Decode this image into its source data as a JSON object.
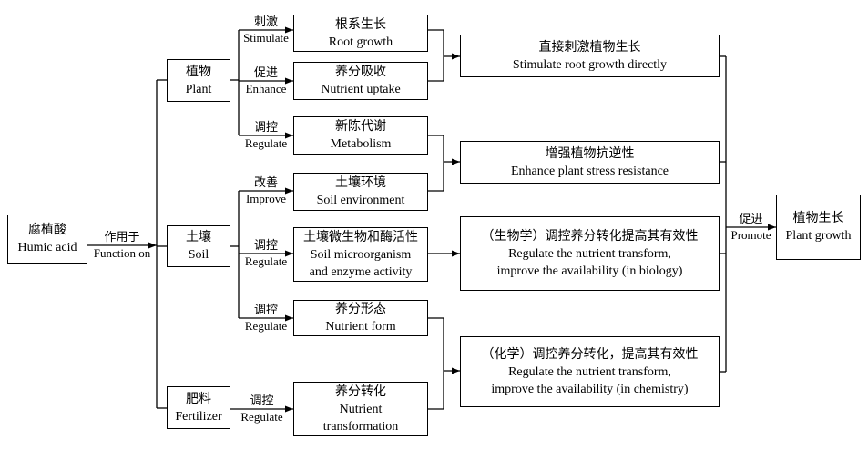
{
  "source": {
    "zh": "腐植酸",
    "en": "Humic acid"
  },
  "action": {
    "zh": "作用于",
    "en": "Function on"
  },
  "targets": {
    "plant": {
      "zh": "植物",
      "en": "Plant"
    },
    "soil": {
      "zh": "土壤",
      "en": "Soil"
    },
    "fertilizer": {
      "zh": "肥料",
      "en": "Fertilizer"
    }
  },
  "effects": {
    "root_growth": {
      "verb_zh": "刺激",
      "verb_en": "Stimulate",
      "zh": "根系生长",
      "en": [
        "Root growth"
      ]
    },
    "nutrient_uptake": {
      "verb_zh": "促进",
      "verb_en": "Enhance",
      "zh": "养分吸收",
      "en": [
        "Nutrient uptake"
      ]
    },
    "metabolism": {
      "verb_zh": "调控",
      "verb_en": "Regulate",
      "zh": "新陈代谢",
      "en": [
        "Metabolism"
      ]
    },
    "soil_environment": {
      "verb_zh": "改善",
      "verb_en": "Improve",
      "zh": "土壤环境",
      "en": [
        "Soil environment"
      ]
    },
    "soil_microorganism": {
      "verb_zh": "调控",
      "verb_en": "Regulate",
      "zh": "土壤微生物和酶活性",
      "en": [
        "Soil microorganism",
        "and enzyme activity"
      ]
    },
    "nutrient_form": {
      "verb_zh": "调控",
      "verb_en": "Regulate",
      "zh": "养分形态",
      "en": [
        "Nutrient form"
      ]
    },
    "nutrient_transformation": {
      "verb_zh": "调控",
      "verb_en": "Regulate",
      "zh": "养分转化",
      "en": [
        "Nutrient",
        "transformation"
      ]
    }
  },
  "outcomes": {
    "direct": {
      "zh": "直接刺激植物生长",
      "en": [
        "Stimulate root growth directly"
      ]
    },
    "stress": {
      "zh": "增强植物抗逆性",
      "en": [
        "Enhance plant stress resistance"
      ]
    },
    "biology": {
      "zh": "（生物学）调控养分转化提高其有效性",
      "en": [
        "Regulate the nutrient transform,",
        "improve the availability (in biology)"
      ]
    },
    "chemistry": {
      "zh": "（化学）调控养分转化，提高其有效性",
      "en": [
        "Regulate the nutrient transform,",
        "improve the availability (in chemistry)"
      ]
    }
  },
  "promote": {
    "zh": "促进",
    "en": "Promote"
  },
  "result": {
    "zh": "植物生长",
    "en": "Plant growth"
  }
}
